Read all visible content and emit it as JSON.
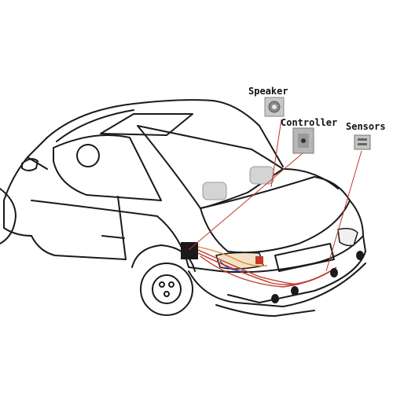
{
  "labels": {
    "speaker": "Speaker",
    "controller": "Controller",
    "sensors": "Sensors"
  },
  "colors": {
    "outline": "#1a1a1a",
    "wire_red": "#c0392b",
    "wire_orange": "#e08a2e",
    "wire_blue": "#3b4db0",
    "lead_red": "#c0392b",
    "component_grey": "#b5b5b5"
  },
  "icons": {
    "speaker": "speaker-icon",
    "controller": "controller-icon",
    "sensors": "sensor-icon"
  }
}
